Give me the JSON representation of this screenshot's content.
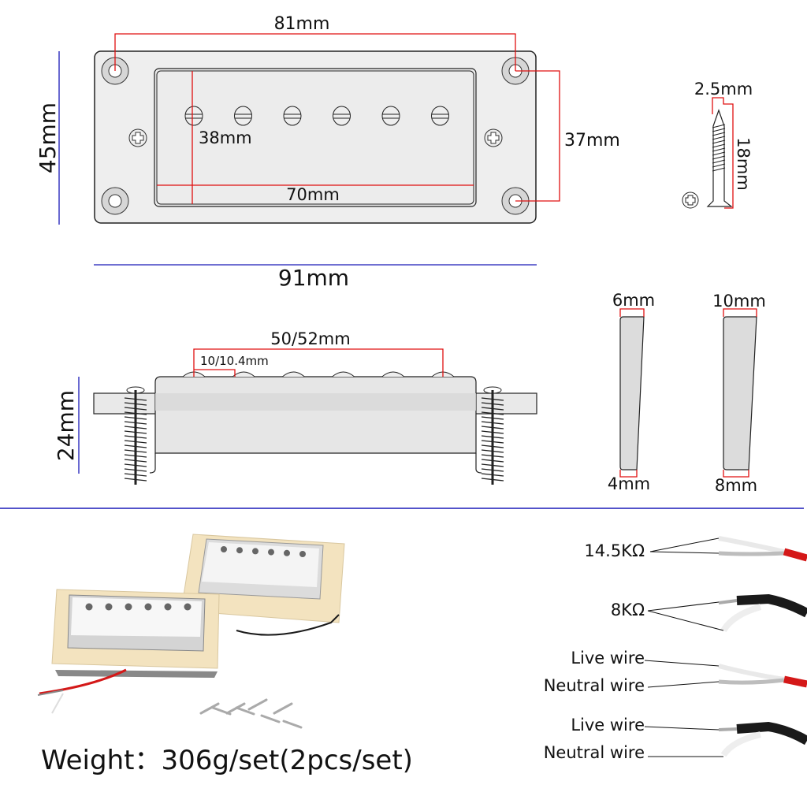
{
  "top_view": {
    "hole_spacing_width": "81mm",
    "hole_spacing_height": "37mm",
    "total_height": "45mm",
    "total_width": "91mm",
    "inner_height": "38mm",
    "inner_width": "70mm",
    "pole_count": 6
  },
  "screw": {
    "diameter": "2.5mm",
    "length": "18mm"
  },
  "side_view": {
    "pole_span": "50/52mm",
    "pole_spacing": "10/10.4mm",
    "height": "24mm"
  },
  "ring_profiles": [
    {
      "top": "6mm",
      "bottom": "4mm"
    },
    {
      "top": "10mm",
      "bottom": "8mm"
    }
  ],
  "wiring": {
    "resistances": [
      "14.5KΩ",
      "8KΩ"
    ],
    "labels": [
      "Live wire",
      "Neutral wire",
      "Live wire",
      "Neutral wire"
    ]
  },
  "weight": "Weight：306g/set(2pcs/set)",
  "colors": {
    "dimension_red": "#e01010",
    "dimension_blue": "#1a1ab8",
    "part_fill": "#e6e6e6",
    "ring_cream": "#f3e3bf",
    "chrome": "#dcdcdc",
    "wire_red": "#d41818",
    "wire_black": "#1a1a1a"
  }
}
